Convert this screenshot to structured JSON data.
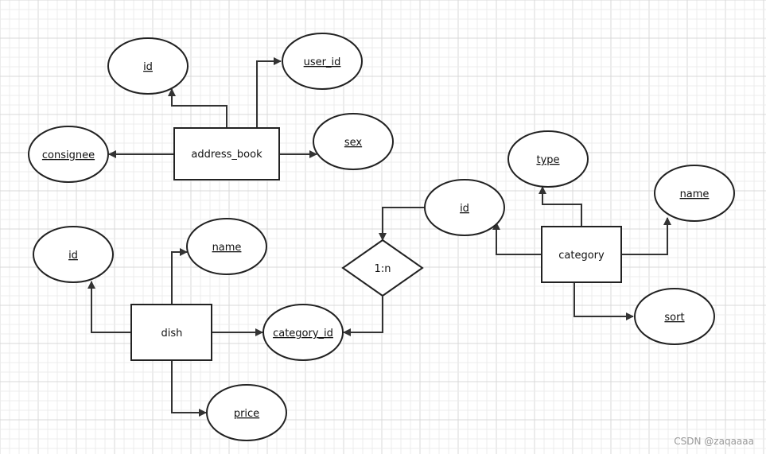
{
  "entities": {
    "address_book": "address_book",
    "dish": "dish",
    "category": "category"
  },
  "attributes": {
    "ab_id": "id",
    "ab_user_id": "user_id",
    "ab_consignee": "consignee",
    "ab_sex": "sex",
    "dish_id": "id",
    "dish_name": "name",
    "dish_category_id": "category_id",
    "dish_price": "price",
    "cat_id": "id",
    "cat_type": "type",
    "cat_name": "name",
    "cat_sort": "sort"
  },
  "relationship": {
    "label": "1:n"
  },
  "watermark": "CSDN @zaqaaaa"
}
